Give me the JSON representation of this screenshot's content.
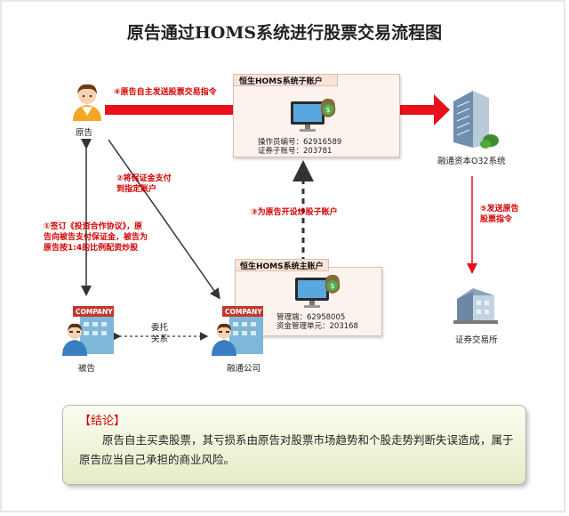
{
  "title": "原告通过HOMS系统进行股票交易流程图",
  "nodes": {
    "plaintiff": "原告",
    "defendant": "被告",
    "rongtong_company": "融通公司",
    "o32_system": "融通资本O32系统",
    "exchange": "证券交易所"
  },
  "sub_account": {
    "title": "恒生HOMS系统子账户",
    "operator_label": "操作员编号：62916589",
    "securities_label": "证券子账号：203781"
  },
  "main_account": {
    "title": "恒生HOMS系统主账户",
    "manager_label": "管理端：62958005",
    "fund_label": "资金管理单元：203168"
  },
  "steps": {
    "step1_line1": "①签订《投资合作协议》，原",
    "step1_line2": "告向被告支付保证金，被告为",
    "step1_line3": "原告按1:4的比例配资炒股",
    "step2_line1": "②将保证金支付",
    "step2_line2": "到指定账户",
    "step3": "③为原告开设炒股子账户",
    "step4": "④原告自主发送股票交易指令",
    "step5_line1": "⑤发送原告",
    "step5_line2": "股票指令"
  },
  "entrust_line1": "委托",
  "entrust_line2": "关系",
  "company_sign": "COMPANY",
  "conclusion": {
    "title": "【结论】",
    "body": "原告自主买卖股票，其亏损系由原告对股票市场趋势和个股走势判断失误造成，属于原告应当自己承担的商业风险。"
  },
  "colors": {
    "accent_red": "#e8101a",
    "dark_arrow": "#333333",
    "box_fill": "#fdf3ee",
    "conclusion_fill": "#e8efcc"
  }
}
